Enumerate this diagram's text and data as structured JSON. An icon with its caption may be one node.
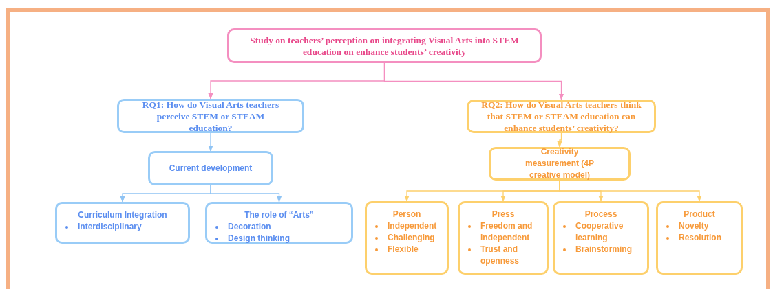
{
  "diagram": {
    "nodes": [
      {
        "text": [
          "Study on teachers’ perception on integrating Visual Arts into STEM education on enhance students’ creativity"
        ]
      },
      {
        "text": [
          "RQ1: How do Visual Arts  teachers perceive STEM or STEAM education?"
        ]
      },
      {
        "text": [
          "RQ2: How do Visual Arts teachers think that STEM or STEAM education can enhance students’ creativity?"
        ]
      },
      {
        "text": [
          "Current development"
        ]
      },
      {
        "text": [
          "Curriculum Integration",
          "Interdisciplinary"
        ]
      },
      {
        "text": [
          "The  role of “Arts”",
          "Decoration",
          "Design thinking"
        ]
      },
      {
        "text": [
          "Creativity measurement (4P creative model)"
        ]
      },
      {
        "text": [
          "Person",
          "Independent",
          "Challenging",
          "Flexible"
        ]
      },
      {
        "text": [
          "Press",
          "Freedom and independent",
          "Trust and openness"
        ]
      },
      {
        "text": [
          "Process",
          "Cooperative learning",
          "Brainstorming"
        ]
      },
      {
        "text": [
          "Product",
          "Novelty",
          "Resolution"
        ]
      }
    ],
    "edges": [
      {
        "from": 0,
        "to": 1,
        "arrow": "to",
        "color": "#f48fc0"
      },
      {
        "from": 0,
        "to": 2,
        "arrow": "to",
        "color": "#f48fc0"
      },
      {
        "from": 1,
        "to": 3,
        "arrow": "to",
        "color": "#90c4f4"
      },
      {
        "from": 3,
        "to": 4,
        "arrow": "to",
        "color": "#90c4f4"
      },
      {
        "from": 3,
        "to": 5,
        "arrow": "to",
        "color": "#90c4f4"
      },
      {
        "from": 2,
        "to": 6,
        "arrow": "to"
      },
      {
        "from": 6,
        "to": 7,
        "arrow": "to"
      },
      {
        "from": 6,
        "to": 8,
        "arrow": "to"
      },
      {
        "from": 6,
        "to": 9,
        "arrow": "to"
      },
      {
        "from": 6,
        "to": 10,
        "arrow": "to"
      }
    ]
  }
}
